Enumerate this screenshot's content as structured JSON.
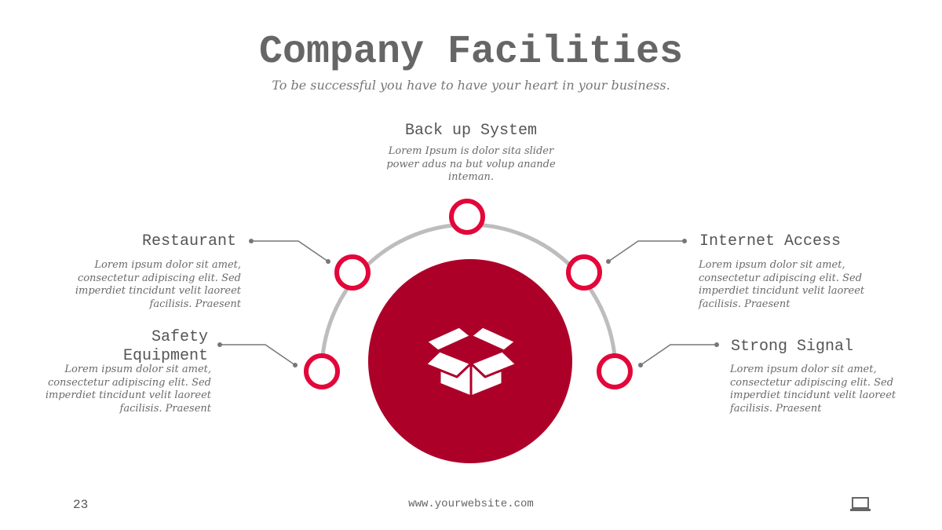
{
  "title": "Company Facilities",
  "subtitle": "To be successful you have to have your heart in your business.",
  "items": [
    {
      "title": "Back up System",
      "text": "Lorem Ipsum is dolor sita slider power adus na but volup anande inteman."
    },
    {
      "title": "Restaurant",
      "text": "Lorem ipsum dolor sit amet, consectetur adipiscing elit. Sed imperdiet tincidunt velit laoreet facilisis. Praesent"
    },
    {
      "title": "Internet Access",
      "text": "Lorem ipsum dolor sit amet, consectetur adipiscing elit. Sed imperdiet tincidunt velit laoreet facilisis. Praesent"
    },
    {
      "title": "Safety Equipment",
      "text": "Lorem ipsum dolor sit amet, consectetur adipiscing elit. Sed imperdiet tincidunt velit laoreet facilisis. Praesent"
    },
    {
      "title": "Strong Signal",
      "text": "Lorem ipsum dolor sit amet, consectetur adipiscing elit. Sed imperdiet tincidunt velit laoreet facilisis. Praesent"
    }
  ],
  "center_icon": "box-icon",
  "footer": {
    "page_number": "23",
    "website": "www.yourwebsite.com",
    "icon": "laptop-icon"
  },
  "colors": {
    "accent": "#e3063a",
    "center": "#ad0029",
    "arc": "#bdbdbd",
    "connector": "#777777",
    "text": "#666666"
  }
}
